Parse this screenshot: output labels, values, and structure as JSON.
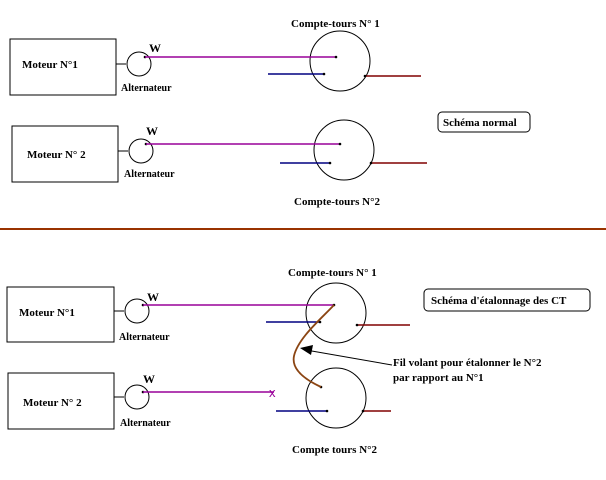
{
  "colors": {
    "background": "#ffffff",
    "outline": "#000000",
    "w_wire": "#990099",
    "blue_wire": "#000080",
    "red_wire": "#800000",
    "flying_wire": "#8b4513",
    "separator": "#993300"
  },
  "normal": {
    "title": "Schéma normal",
    "motor1": {
      "label": "Moteur N°1",
      "alternator": "Alternateur",
      "terminal": "W",
      "tachometer": "Compte-tours N° 1"
    },
    "motor2": {
      "label": "Moteur N° 2",
      "alternator": "Alternateur",
      "terminal": "W",
      "tachometer": "Compte-tours N°2"
    }
  },
  "calibration": {
    "title": "Schéma d'étalonnage des CT",
    "motor1": {
      "label": "Moteur N°1",
      "alternator": "Alternateur",
      "terminal": "W",
      "tachometer": "Compte-tours N° 1"
    },
    "motor2": {
      "label": "Moteur N° 2",
      "alternator": "Alternateur",
      "terminal": "W",
      "tachometer": "Compte tours N°2"
    },
    "flying_wire_note_line1": "Fil volant pour étalonner le N°2",
    "flying_wire_note_line2": "par rapport au N°1",
    "disconnect_mark": "x"
  }
}
